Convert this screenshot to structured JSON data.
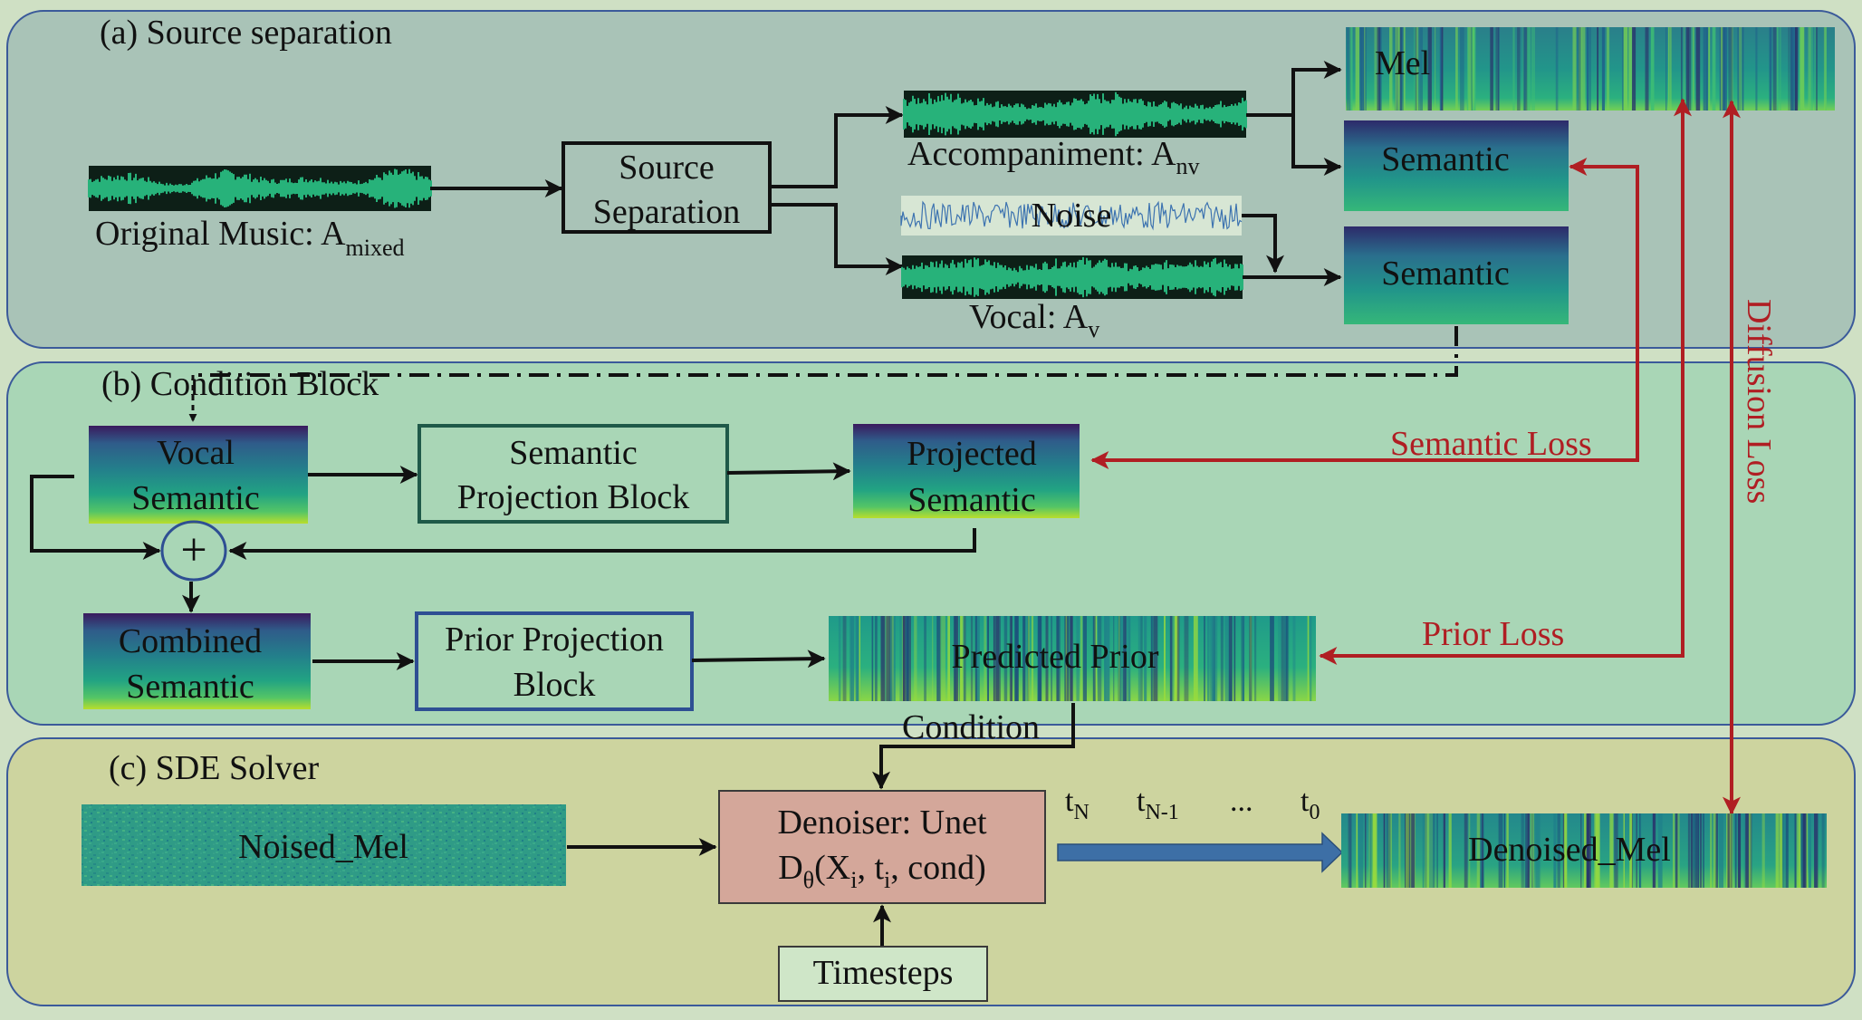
{
  "panels": {
    "a_title": "(a) Source separation",
    "b_title": "(b) Condition Block",
    "c_title": "(c) SDE Solver"
  },
  "source_separation": {
    "original_music_label": "Original Music: A",
    "original_music_sub": "mixed",
    "source_box_line1": "Source",
    "source_box_line2": "Separation",
    "accompaniment_label": "Accompaniment: A",
    "accompaniment_sub": "nv",
    "noise_label": "Noise",
    "vocal_label": "Vocal: A",
    "vocal_sub": "v",
    "mel_label": "Mel",
    "semantic_top_label": "Semantic",
    "semantic_bottom_label": "Semantic"
  },
  "condition_block": {
    "vocal_semantic_line1": "Vocal",
    "vocal_semantic_line2": "Semantic",
    "semantic_projection_line1": "Semantic",
    "semantic_projection_line2": "Projection Block",
    "projected_semantic_line1": "Projected",
    "projected_semantic_line2": "Semantic",
    "plus_symbol": "+",
    "combined_semantic_line1": "Combined",
    "combined_semantic_line2": "Semantic",
    "prior_projection_line1": "Prior Projection",
    "prior_projection_line2": "Block",
    "predicted_prior_label": "Predicted Prior",
    "condition_label": "Condition"
  },
  "losses": {
    "semantic_loss": "Semantic Loss",
    "prior_loss": "Prior Loss",
    "diffusion_loss": "Diffusion Loss"
  },
  "sde_solver": {
    "noised_mel_label": "Noised_Mel",
    "denoiser_line1": "Denoiser: Unet",
    "denoiser_d": "D",
    "denoiser_theta": "θ",
    "denoiser_x": "(X",
    "denoiser_i1": "i",
    "denoiser_t": ", t",
    "denoiser_i2": "i",
    "denoiser_cond": ", cond)",
    "timesteps_label": "Timesteps",
    "t_n": "t",
    "t_n_sub": "N",
    "t_n1": "t",
    "t_n1_sub": "N-1",
    "t_dots": "...",
    "t_0": "t",
    "t_0_sub": "0",
    "denoised_mel_label": "Denoised_Mel"
  },
  "colors": {
    "panel_a_bg": "#a9c3b7",
    "panel_b_bg": "#a9d6b6",
    "panel_c_bg": "#cdd49f",
    "panel_border": "#3b5a9a",
    "loss_red": "#b01e23",
    "waveform_green": "#27b27a",
    "timestep_arrow": "#3d6fa6",
    "denoiser_fill": "#d4a79a"
  }
}
